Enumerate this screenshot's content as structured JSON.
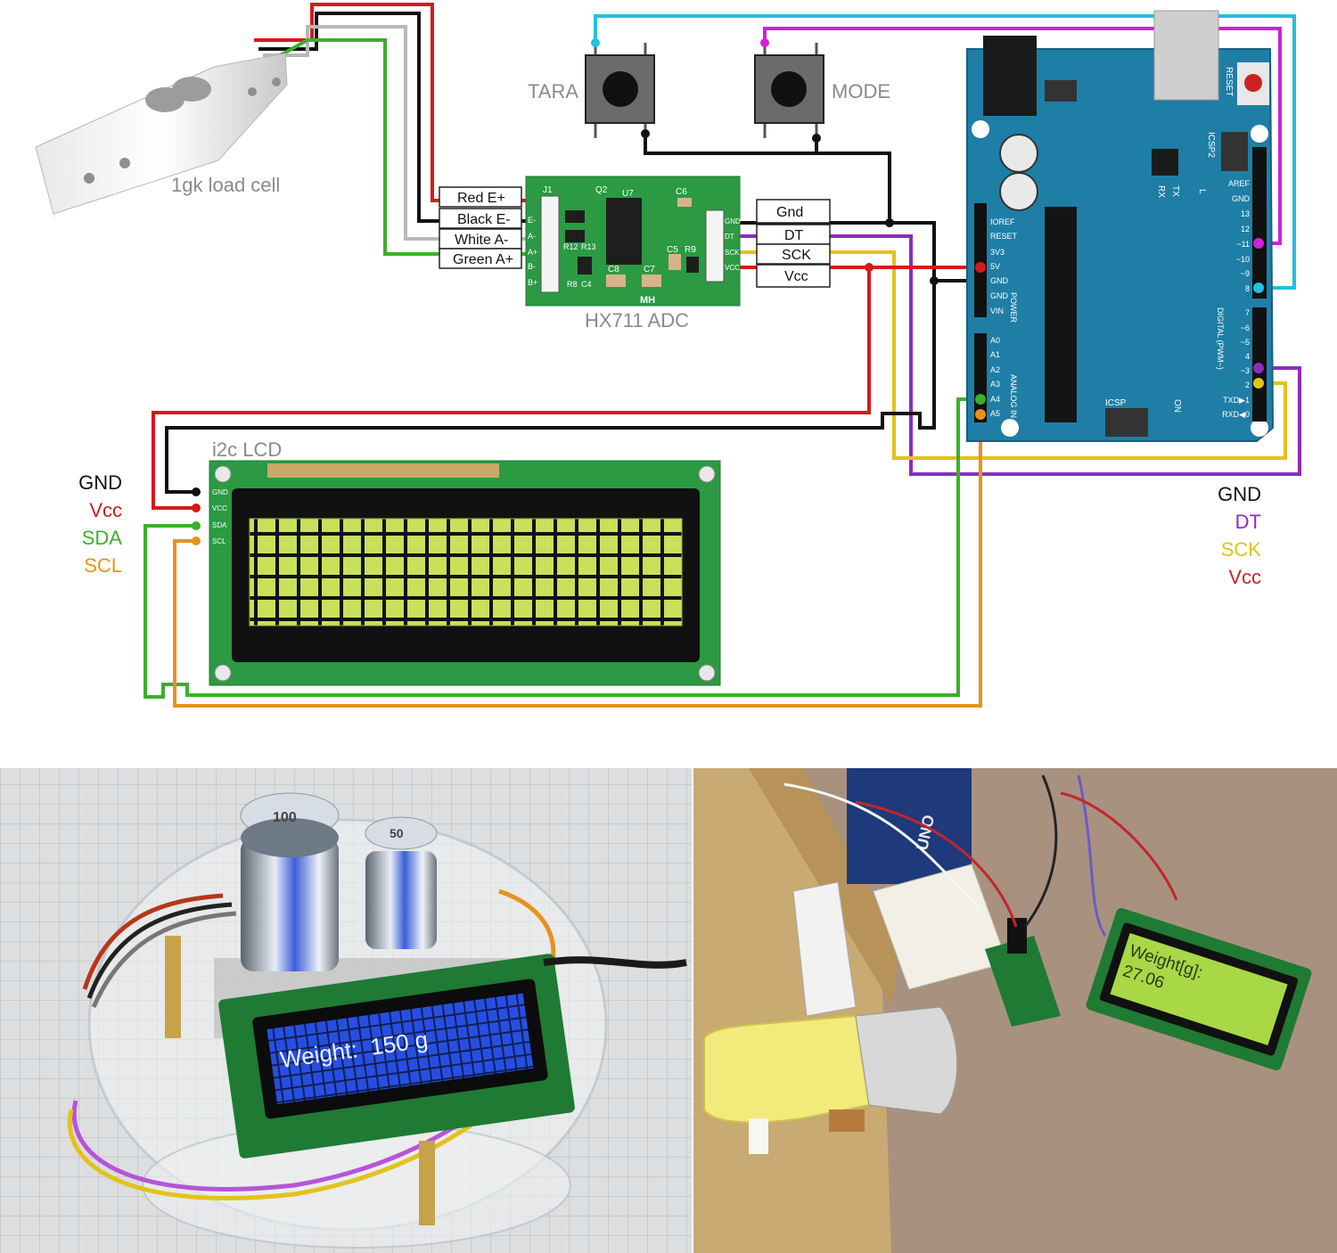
{
  "labels": {
    "load_cell": "1gk load cell",
    "hx711": "HX711 ADC",
    "lcd": "i2c LCD",
    "tara": "TARA",
    "mode": "MODE"
  },
  "hx711_left_pins": [
    "Red E+",
    "Black E-",
    "White A-",
    "Green A+"
  ],
  "hx711_right_pins": [
    "Gnd",
    "DT",
    "SCK",
    "Vcc"
  ],
  "lcd_legend": [
    {
      "text": "GND",
      "color": "#111111"
    },
    {
      "text": "Vcc",
      "color": "#d61a1a"
    },
    {
      "text": "SDA",
      "color": "#3bb02a"
    },
    {
      "text": "SCL",
      "color": "#e8921c"
    }
  ],
  "hx_legend": [
    {
      "text": "GND",
      "color": "#111111"
    },
    {
      "text": "DT",
      "color": "#8e2bbf"
    },
    {
      "text": "SCK",
      "color": "#e3c21a"
    },
    {
      "text": "Vcc",
      "color": "#c3262a"
    }
  ],
  "board": {
    "hx_chips": [
      "J1",
      "Q2",
      "U7",
      "C6",
      "R12",
      "R13",
      "C5",
      "R9",
      "C8",
      "C7",
      "R8",
      "C4",
      "MH"
    ],
    "hx_pins_left": [
      "E-",
      "A-",
      "A+",
      "B-",
      "B+"
    ],
    "hx_pins_right": [
      "GND",
      "DT",
      "SCK",
      "VCC"
    ],
    "lcd_pins": [
      "GND",
      "VCC",
      "SDA",
      "SCL"
    ],
    "arduino_reset": "RESET",
    "arduino_icsp2": "ICSP2",
    "arduino_icsp": "ICSP",
    "arduino_on": "ON",
    "arduino_rx": "RX",
    "arduino_tx": "TX",
    "arduino_l": "L",
    "arduino_power_pins": [
      "IOREF",
      "RESET",
      "3V3",
      "5V",
      "GND",
      "GND",
      "VIN"
    ],
    "arduino_power_label": "POWER",
    "arduino_analog_pins": [
      "A0",
      "A1",
      "A2",
      "A3",
      "A4",
      "A5"
    ],
    "arduino_analog_label": "ANALOG IN",
    "arduino_digital_pins_top": [
      "AREF",
      "GND",
      "13",
      "12",
      "~11",
      "~10",
      "~9",
      "8"
    ],
    "arduino_digital_pins_bottom": [
      "7",
      "~6",
      "~5",
      "4",
      "~3",
      "2",
      "TXD▶1",
      "RXD◀0"
    ],
    "arduino_digital_label": "DIGITAL (PWM~)"
  },
  "photos": {
    "left_lcd_text": "Weight:  150 g",
    "left_weights": [
      "100",
      "50"
    ],
    "right_lcd_line1": "Weight[g]:",
    "right_lcd_line2": "27.06",
    "right_board": "UNO"
  }
}
